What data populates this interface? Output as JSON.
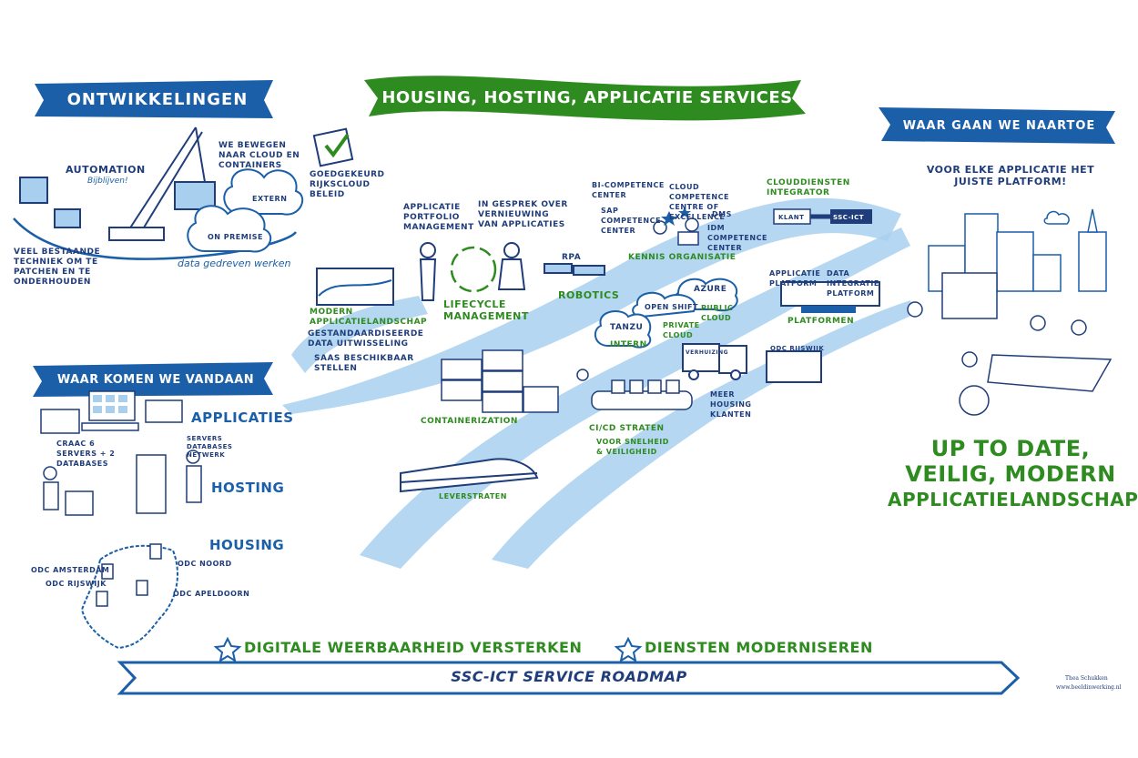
{
  "banners": {
    "ontwikkelingen": "Ontwikkelingen",
    "main_title": "Housing, Hosting, Applicatie Services",
    "waar_gaan": "Waar gaan we naartoe",
    "waar_komen": "Waar komen we vandaan",
    "roadmap": "SSC-ICT Service Roadmap"
  },
  "ontwikkelingen": {
    "automation": "Automation",
    "bijblijven": "Bijblijven!",
    "cloud_move": "We bewegen naar cloud en containers",
    "extern": "Extern",
    "on_premise": "On premise",
    "legacy": "Veel bestaande techniek om te patchen en te onderhouden",
    "data_driven": "data gedreven werken"
  },
  "center": {
    "rijkscloud": "Goedgekeurd Rijkscloud beleid",
    "portfolio": "Applicatie portfolio management",
    "vernieuwing": "In gesprek over vernieuwing van applicaties",
    "lifecycle": "Lifecycle management",
    "modern_landschap": "Modern applicatielandschap",
    "data_uitwisseling": "Gestandaardiseerde data uitwisseling",
    "saas": "SaaS beschikbaar stellen",
    "rpa": "RPA",
    "robotics": "Robotics",
    "bi_cc": "BI-competence center",
    "sap_cc": "SAP competence center",
    "cloud_cc": "Cloud competence centre of excellence",
    "dms": "DMS",
    "idm_cc": "IDM competence center",
    "kennis": "Kennis organisatie",
    "cloud_integrator": "Clouddiensten integrator",
    "klant": "Klant",
    "ssc": "SSC-ICT",
    "app_platform": "Applicatie platform",
    "data_platform": "Data integratie platform",
    "platformen": "Platformen",
    "azure": "Azure",
    "public_cloud": "Public cloud",
    "openshift": "Open Shift",
    "private_cloud": "Private cloud",
    "tanzu": "Tanzu",
    "intern": "Intern",
    "containerization": "Containerization",
    "cicd": "CI/CD straten",
    "cicd_sub": "voor snelheid & veiligheid",
    "odc_rijswijk_truck": "ODC Rijswijk",
    "verhuizing": "Verhuizing",
    "housing_klanten": "Meer housing klanten",
    "leverstraten": "Leverstraten"
  },
  "waar_komen": {
    "applicaties": "Applicaties",
    "craac": "CRAAC 6 servers + 2 databases",
    "servers": "Servers databases netwerk",
    "hosting": "Hosting",
    "housing": "Housing",
    "odc_amsterdam": "ODC Amsterdam",
    "odc_rijswijk": "ODC Rijswijk",
    "odc_noord": "ODC Noord",
    "odc_apeldoorn": "ODC Apeldoorn"
  },
  "waar_gaan": {
    "platform_text": "Voor elke applicatie het juiste platform!",
    "goal_line1": "Up to date,",
    "goal_line2": "veilig, modern",
    "goal_line3": "applicatielandschap"
  },
  "bottom": {
    "goal1": "Digitale weerbaarheid versterken",
    "goal2": "Diensten moderniseren",
    "credit1": "Thea Schukken",
    "credit2": "www.beeldinwerking.nl"
  },
  "icons": [
    "star-icon",
    "check-icon",
    "cloud-icon",
    "crane-icon",
    "train-icon",
    "truck-icon",
    "container-icon",
    "handshake-icon",
    "netherlands-map-icon"
  ],
  "colors": {
    "primary_blue": "#1a5fa8",
    "light_blue": "#a8d0ee",
    "green": "#2e8b1f"
  }
}
